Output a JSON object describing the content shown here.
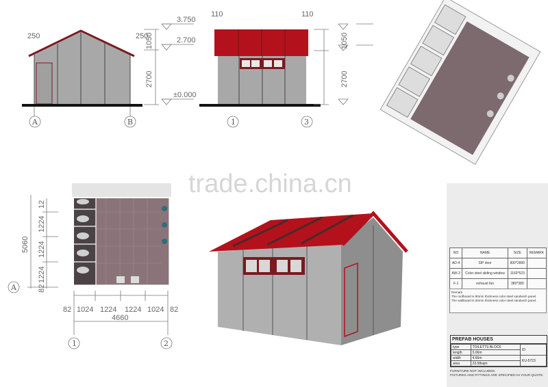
{
  "watermark": "trade.china.cn",
  "side_elevation": {
    "dims": [
      "250",
      "250",
      "1050",
      "2700"
    ],
    "levels": [
      "3.750",
      "2.700",
      "±0.000"
    ],
    "axes": [
      "A",
      "B"
    ]
  },
  "front_elevation": {
    "dims": [
      "110",
      "110",
      "1050",
      "2700"
    ],
    "axes": [
      "1",
      "3"
    ]
  },
  "floor_plan": {
    "vertical_dims": [
      "12",
      "1224",
      "1224",
      "1224",
      "82"
    ],
    "overall_vertical": "5060",
    "horizontal_dims": [
      "82",
      "1024",
      "1224",
      "1224",
      "1024",
      "82"
    ],
    "overall_horizontal": "4660",
    "axes": [
      "A",
      "1",
      "2"
    ]
  },
  "spec_table": {
    "headers": [
      "NO",
      "NAME",
      "SIZE",
      "REMARK"
    ],
    "rows": [
      {
        "no": "AD-4",
        "name": "SIP door",
        "size": "800*2800",
        "remark": ""
      },
      {
        "no": "AW-3",
        "name": "Color steel sliding window",
        "size": "1160*523",
        "remark": ""
      },
      {
        "no": "F-1",
        "name": "exhaust fan",
        "size": "380*380",
        "remark": ""
      }
    ]
  },
  "remark": {
    "title": "Remark",
    "lines": [
      "The roofboard is 80mm thickness color steel sandwich panel.",
      "The wallboard is 50mm thickness color steel sandwich panel."
    ]
  },
  "title_block": {
    "title": "PREFAB HOUSES",
    "rows": [
      {
        "label": "type",
        "value": "TOILETTS BLOCK"
      },
      {
        "label": "length",
        "value": "5.06m"
      },
      {
        "label": "width",
        "value": "4.66m"
      },
      {
        "label": "area",
        "value": "23.58sqm"
      }
    ],
    "id_label": "ID",
    "id_value": "KU-5723"
  },
  "notes": [
    "FURNITURE NOT INCLUDED.",
    "FIXTURES AND FITTINGS ARE SPECIFIED IN YOUR QUOTE."
  ],
  "colors": {
    "roof": "#b3121c",
    "wall": "#a9a9a9",
    "floor": "#8a7479",
    "trim": "#7a1a1f"
  }
}
